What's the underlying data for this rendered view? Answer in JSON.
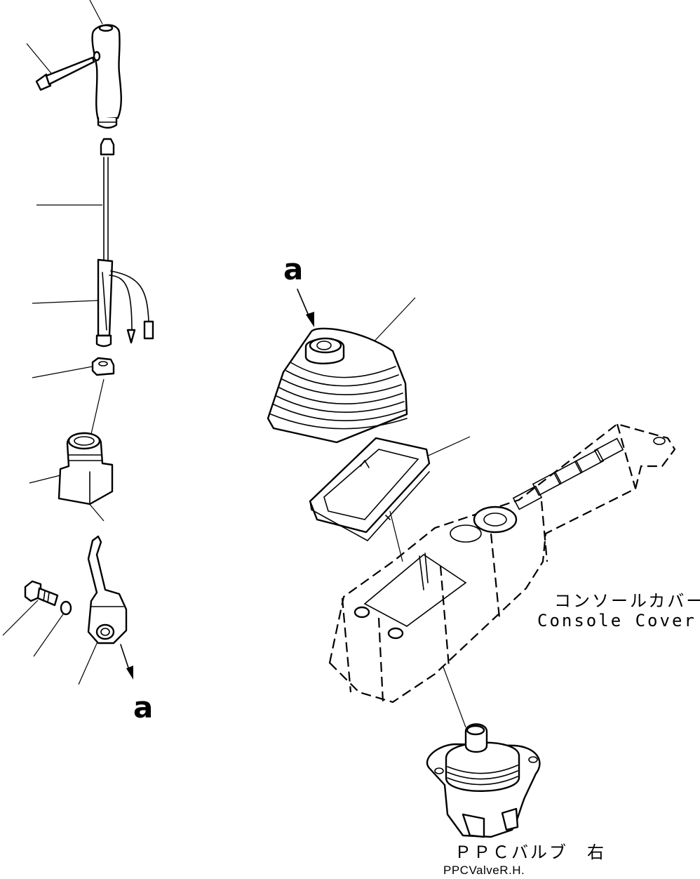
{
  "markers": {
    "arrow_upper": "a",
    "arrow_lower": "a"
  },
  "labels": {
    "console_cover_jp": "コンソールカバー　右",
    "console_cover_en": "Console Cover R.H.",
    "ppc_valve_jp": "ＰＰＣバルブ　右",
    "ppc_valve_en": "PPCValveR.H."
  },
  "icons": [
    "grip-knob-icon",
    "screw-icon",
    "switch-harness-icon",
    "nut-icon",
    "boot-icon",
    "lever-icon",
    "bolt-icon",
    "washer-icon",
    "bellows-boot-icon",
    "frame-plate-icon",
    "console-cover-icon",
    "ppc-valve-icon"
  ]
}
